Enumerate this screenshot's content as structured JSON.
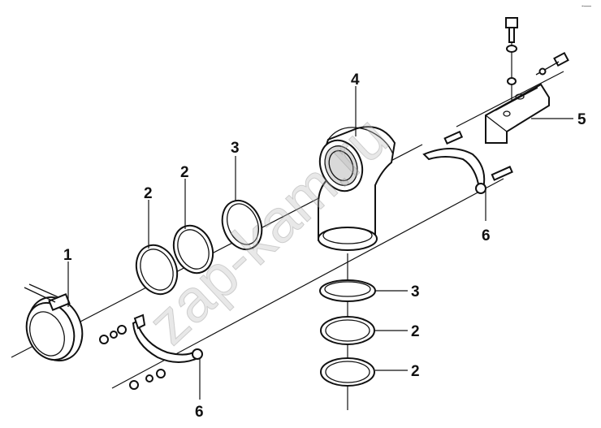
{
  "diagram": {
    "watermark": "zap-kam.ru",
    "corner_mark": "-—",
    "callouts": {
      "clamp": "1",
      "gasket_a": "2",
      "gasket_b": "2",
      "gasket_c": "2",
      "gasket_d": "2",
      "seal_ring_left": "3",
      "seal_ring_lower": "3",
      "elbow": "4",
      "bracket": "5",
      "clip_right": "6",
      "clip_left": "6"
    }
  }
}
